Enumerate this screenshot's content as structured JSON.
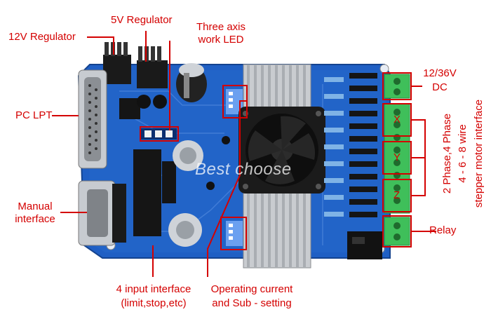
{
  "labels": {
    "reg12": "12V Regulator",
    "reg5": "5V Regulator",
    "led_line1": "Three axis",
    "led_line2": "work LED",
    "pc_lpt": "PC LPT",
    "manual_line1": "Manual",
    "manual_line2": "interface",
    "input_line1": "4 input interface",
    "input_line2": "(limit,stop,etc)",
    "current_line1": "Operating current",
    "current_line2": "and Sub - setting",
    "dc_line1": "12/36V",
    "dc_line2": "DC",
    "axis_x": "X",
    "axis_y": "Y",
    "axis_z": "Z",
    "phase_line1": "2 Phase,4 Phase",
    "phase_line2": "4 - 6 - 8 wire",
    "phase_line3": "stepper motor interface",
    "relay": "Relay",
    "watermark": "Best choose"
  },
  "colors": {
    "annotation": "#d40000",
    "pcb": "#1f5fc4",
    "terminal": "#3fbf5a",
    "heatsink": "#c9ccd0"
  }
}
